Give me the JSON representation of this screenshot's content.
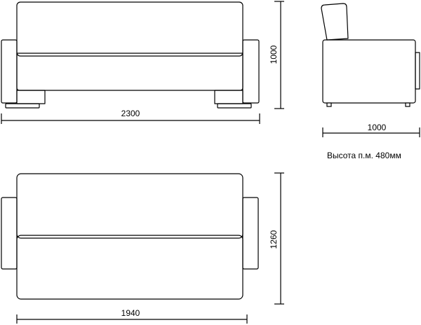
{
  "front_view": {
    "width_label": "2300",
    "height_label": "1000"
  },
  "side_view": {
    "depth_label": "1000",
    "seat_height_note": "Высота п.м. 480мм"
  },
  "unfolded_view": {
    "width_label": "1940",
    "length_label": "1260"
  }
}
